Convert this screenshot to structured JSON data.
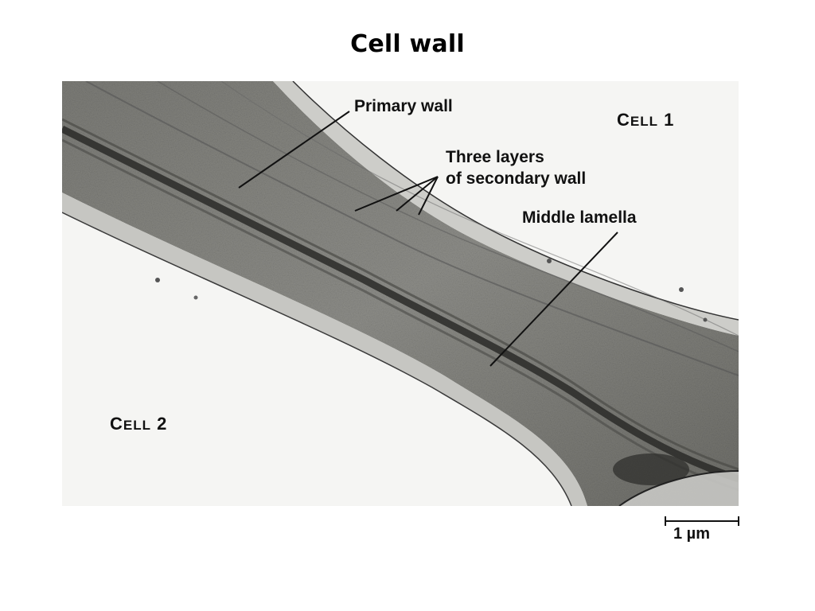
{
  "slide": {
    "title": "Cell wall"
  },
  "micrograph": {
    "labels": {
      "primary_wall": "Primary wall",
      "secondary_line1": "Three layers",
      "secondary_line2": "of secondary wall",
      "middle_lamella": "Middle lamella",
      "cell1_first": "C",
      "cell1_rest": "ELL",
      "cell1_num": "1",
      "cell2_first": "C",
      "cell2_rest": "ELL",
      "cell2_num": "2"
    },
    "scale_bar": {
      "label": "1 µm"
    }
  }
}
